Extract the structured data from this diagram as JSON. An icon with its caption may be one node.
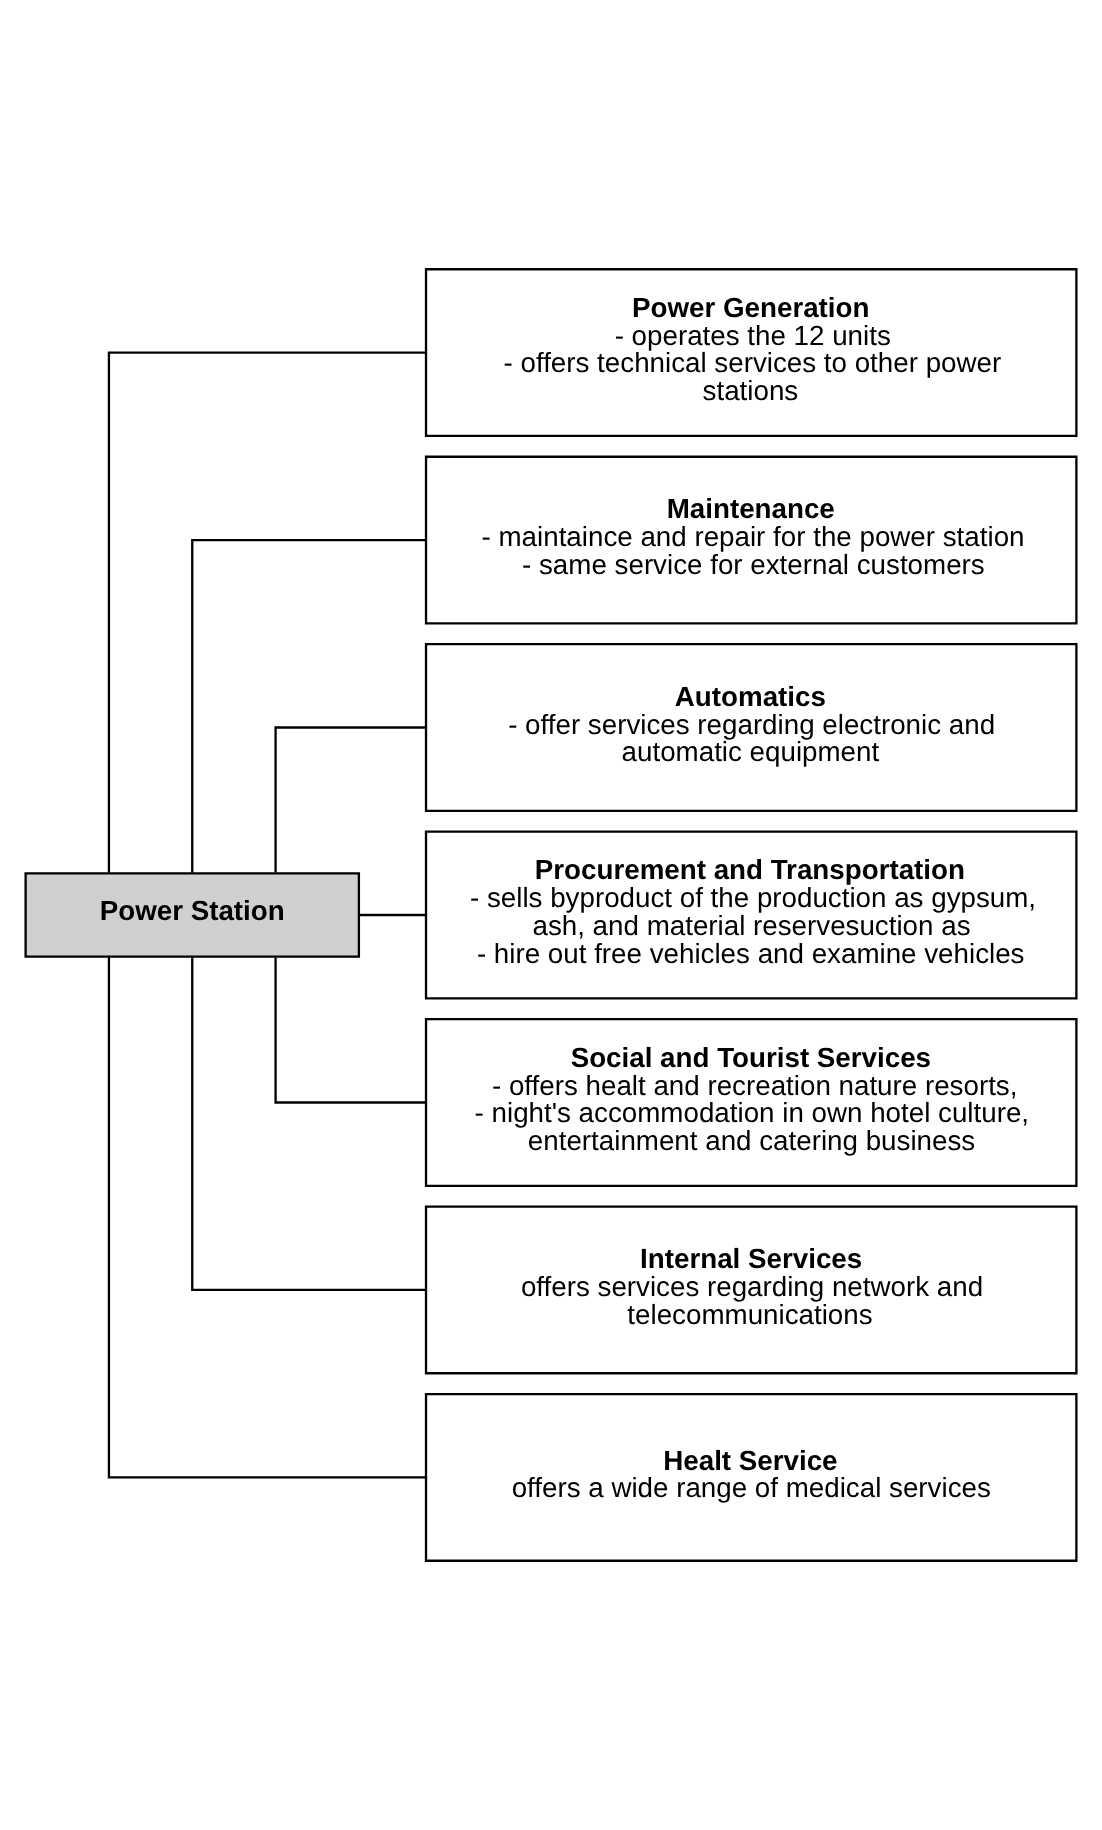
{
  "diagram": {
    "nodes": [
      {
        "text": [
          "Power Station"
        ]
      },
      {
        "text": [
          "Power Generation",
          "- operates the 12 units",
          "- offers technical services to other power stations"
        ]
      },
      {
        "text": [
          "Maintenance",
          "- maintaince and repair for the power station",
          "- same service for external customers"
        ]
      },
      {
        "text": [
          "Automatics",
          "- offer services regarding electronic and automatic equipment"
        ]
      },
      {
        "text": [
          "Procurement and Transportation",
          "- sells byproduct of the production as gypsum, ash, and material reservesuction as",
          "- hire out free vehicles and examine vehicles"
        ]
      },
      {
        "text": [
          "Social and Tourist Services",
          "- offers healt and recreation nature resorts,",
          "- night's accommodation in own hotel culture, entertainment and catering business"
        ]
      },
      {
        "text": [
          "Internal Services",
          "offers services regarding network and telecommunications"
        ]
      },
      {
        "text": [
          "Healt Service",
          "offers a wide range of medical services"
        ]
      }
    ],
    "edges": [
      {
        "from": 0,
        "to": 1,
        "arrow": "none"
      },
      {
        "from": 0,
        "to": 2,
        "arrow": "none"
      },
      {
        "from": 0,
        "to": 3,
        "arrow": "none"
      },
      {
        "from": 0,
        "to": 4,
        "arrow": "none"
      },
      {
        "from": 0,
        "to": 5,
        "arrow": "none"
      },
      {
        "from": 0,
        "to": 6,
        "arrow": "none"
      },
      {
        "from": 0,
        "to": 7,
        "arrow": "none"
      }
    ]
  }
}
